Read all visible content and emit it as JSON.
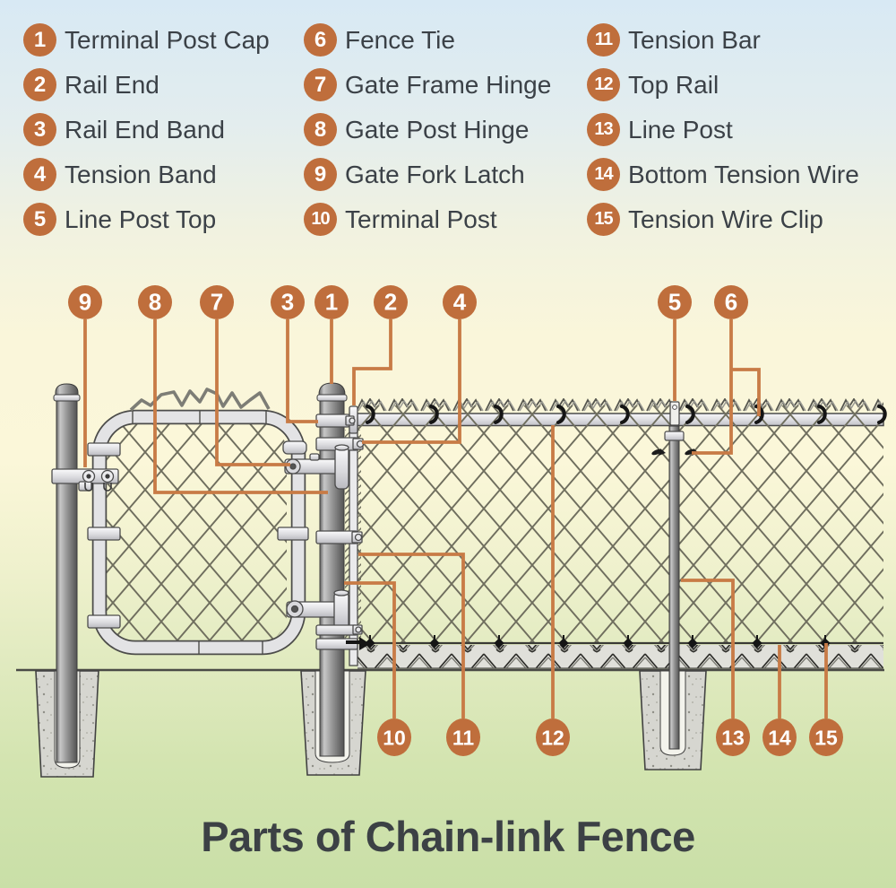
{
  "title": "Parts of Chain-link Fence",
  "legend": {
    "columns": [
      {
        "items": [
          {
            "num": "1",
            "label": "Terminal Post Cap"
          },
          {
            "num": "2",
            "label": "Rail End"
          },
          {
            "num": "3",
            "label": "Rail End Band"
          },
          {
            "num": "4",
            "label": "Tension Band"
          },
          {
            "num": "5",
            "label": "Line Post Top"
          }
        ]
      },
      {
        "items": [
          {
            "num": "6",
            "label": "Fence Tie"
          },
          {
            "num": "7",
            "label": "Gate Frame Hinge"
          },
          {
            "num": "8",
            "label": "Gate Post Hinge"
          },
          {
            "num": "9",
            "label": "Gate Fork Latch"
          },
          {
            "num": "10",
            "label": "Terminal Post"
          }
        ]
      },
      {
        "items": [
          {
            "num": "11",
            "label": "Tension Bar"
          },
          {
            "num": "12",
            "label": "Top Rail"
          },
          {
            "num": "13",
            "label": "Line Post"
          },
          {
            "num": "14",
            "label": "Bottom Tension Wire"
          },
          {
            "num": "15",
            "label": "Tension Wire Clip"
          }
        ]
      }
    ]
  },
  "callouts": {
    "top": [
      "9",
      "8",
      "7",
      "3",
      "1",
      "2",
      "4",
      "5",
      "6"
    ],
    "bottom": [
      "10",
      "11",
      "12",
      "13",
      "14",
      "15"
    ]
  },
  "colors": {
    "accent": "#bf6e3c",
    "leader_line": "#c87b46",
    "legend_text": "#3b4147",
    "title_text": "#3c4145",
    "mesh_line": "#6f6e5e"
  }
}
